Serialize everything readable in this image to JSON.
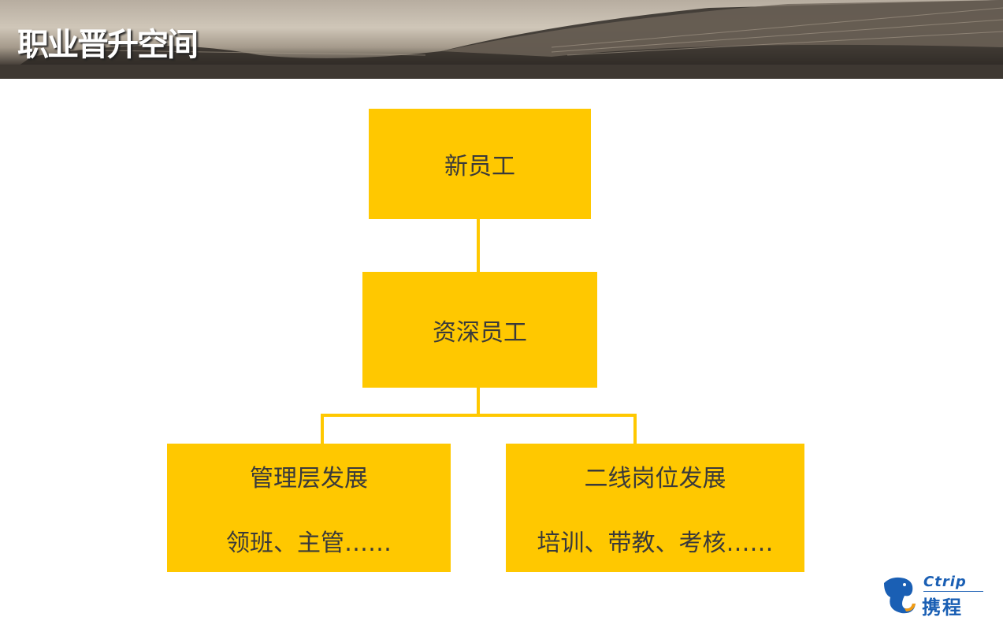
{
  "header": {
    "title": "职业晋升空间"
  },
  "diagram": {
    "nodes": {
      "new_employee": {
        "label": "新员工"
      },
      "senior_employee": {
        "label": "资深员工"
      },
      "management": {
        "label": "管理层发展",
        "detail": "领班、主管……"
      },
      "second_line": {
        "label": "二线岗位发展",
        "detail": "培训、带教、考核……"
      }
    }
  },
  "logo": {
    "brand_en": "Ctrip",
    "brand_cn": "携程",
    "color": "#1a5fb4",
    "accent": "#f39c12"
  },
  "colors": {
    "box": "#FFC800",
    "text": "#3a3a3a"
  }
}
